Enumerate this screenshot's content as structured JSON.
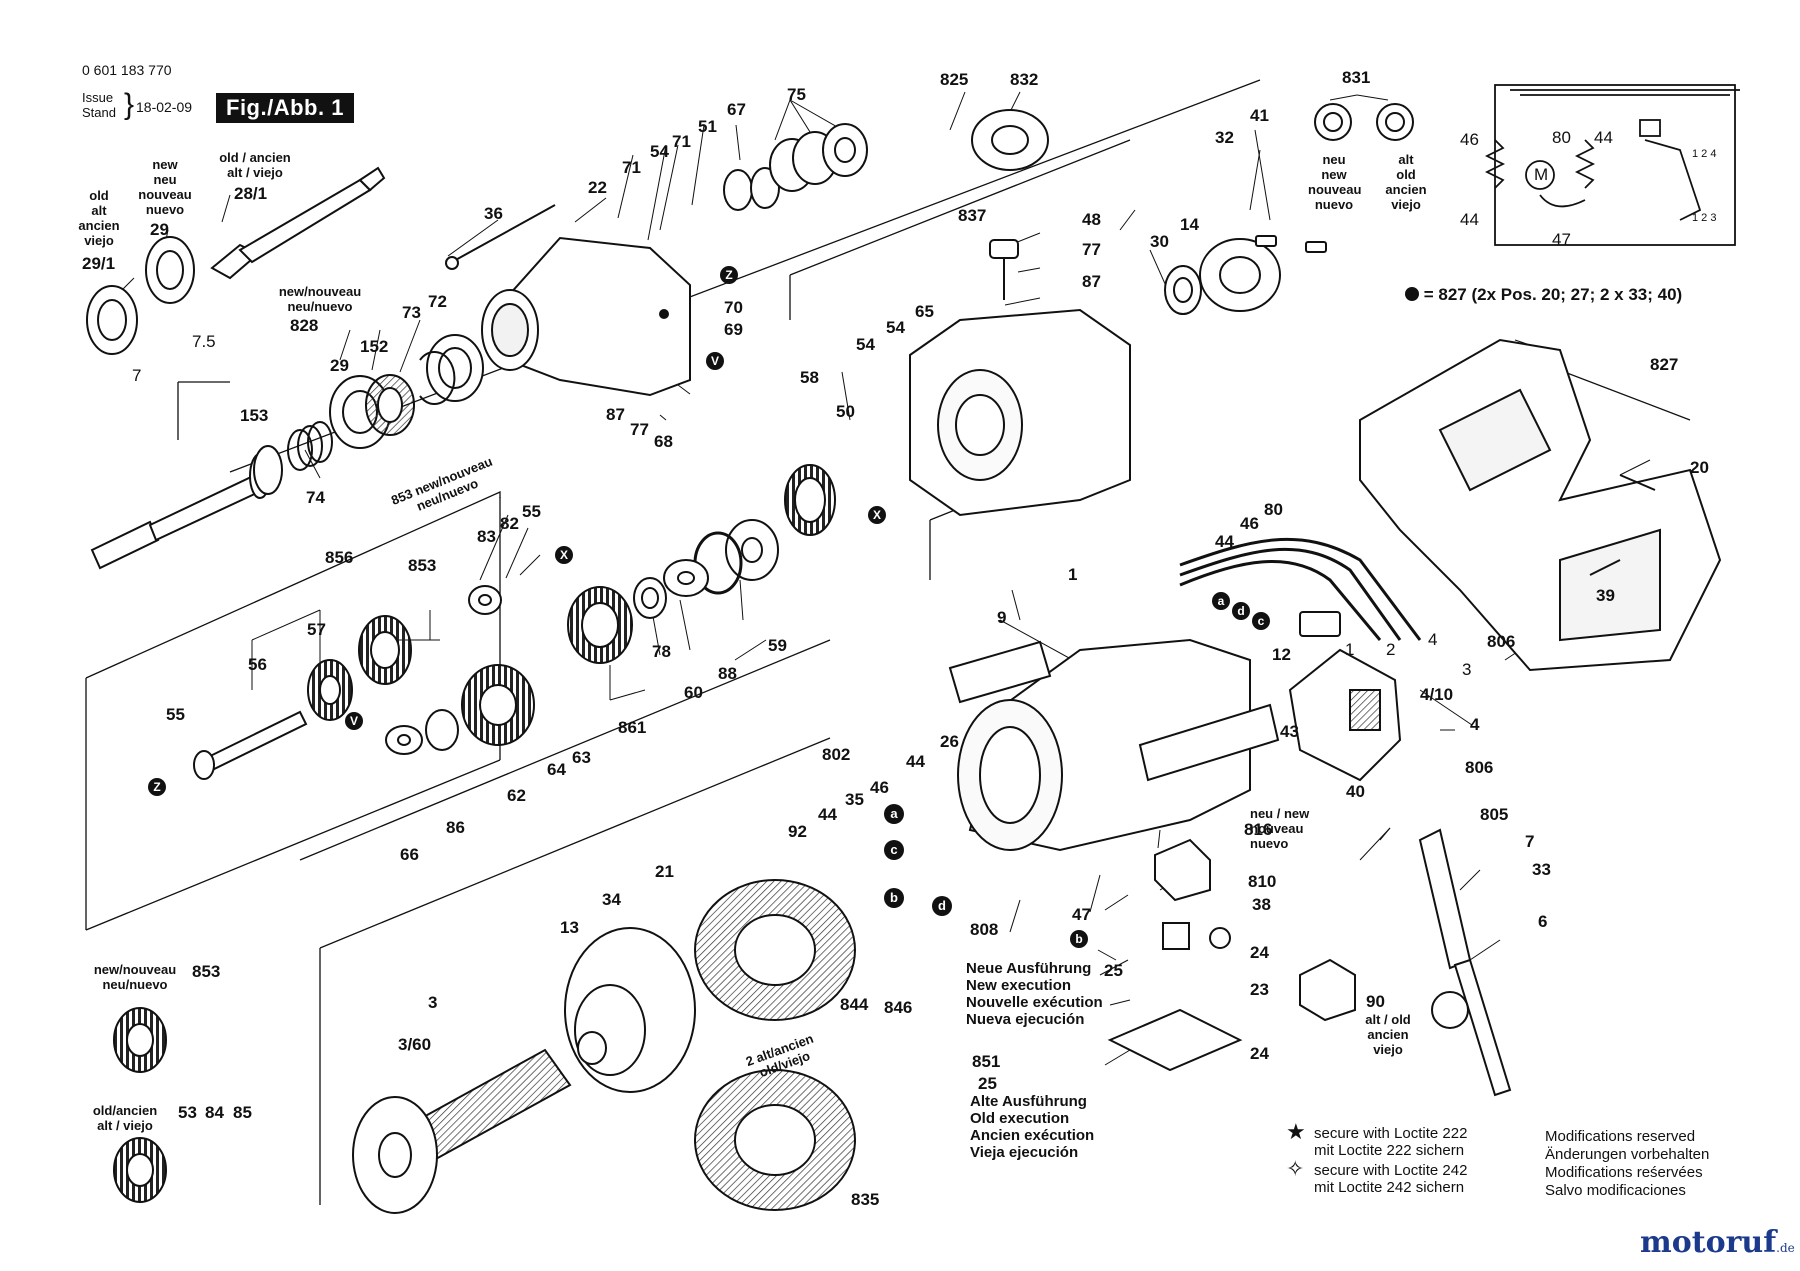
{
  "header": {
    "part_number": "0 601 183 770",
    "issue_label": "Issue\nStand",
    "issue_date": "18-02-09",
    "figure_label": "Fig./Abb. 1"
  },
  "callouts": [
    "831",
    "neu",
    "new",
    "nouveau",
    "nuevo",
    "alt",
    "old",
    "ancien",
    "viejo",
    "825",
    "832",
    "75",
    "67",
    "51",
    "71",
    "54",
    "71",
    "22",
    "36",
    "old / ancien",
    "alt / viejo",
    "28/1",
    "new",
    "neu",
    "nouveau",
    "nuevo",
    "29",
    "old",
    "alt",
    "ancien",
    "viejo",
    "29/1",
    "7",
    "7.5",
    "new/nouveau",
    "neu/nuevo",
    "828",
    "29",
    "152",
    "73",
    "72",
    "153",
    "74",
    "837",
    "48",
    "77",
    "87",
    "30",
    "14",
    "32",
    "41",
    "65",
    "54",
    "54",
    "58",
    "50",
    "70",
    "69",
    "87",
    "77",
    "68",
    "853 new/nouveau",
    "neu/nuevo",
    "83",
    "82",
    "55",
    "856",
    "853",
    "57",
    "56",
    "55",
    "78",
    "861",
    "60",
    "88",
    "59",
    "64",
    "63",
    "62",
    "86",
    "66",
    "1",
    "9",
    "26",
    "43",
    "802",
    "44",
    "35",
    "46",
    "92",
    "44",
    "21",
    "34",
    "13",
    "3",
    "3/60",
    "2 alt/ancien",
    "old/viejo",
    "844",
    "846",
    "835",
    "816",
    "810",
    "38",
    "808",
    "47",
    "25",
    "24",
    "23",
    "24",
    "90",
    "alt / old",
    "ancien",
    "viejo",
    "44",
    "46",
    "80",
    "12",
    "1",
    "2",
    "4",
    "3",
    "806",
    "4/10",
    "4",
    "806",
    "805",
    "7",
    "33",
    "6",
    "40",
    "827",
    "20",
    "39",
    "new/nouveau",
    "neu/nuevo",
    "853",
    "old/ancien",
    "alt / viejo",
    "53",
    "84",
    "85",
    "851",
    "25",
    "46",
    "80",
    "44",
    "M",
    "44",
    "47",
    "1 2 4",
    "1 2 3"
  ],
  "kit_note": "= 827 (2x Pos. 20; 27; 2 x 33; 40)",
  "execution_new": [
    "Neue Ausführung",
    "New execution",
    "Nouvelle exécution",
    "Nueva ejecución"
  ],
  "execution_old": [
    "Alte Ausführung",
    "Old execution",
    "Ancien exécution",
    "Vieja ejecución"
  ],
  "neu_new_block": [
    "neu / new",
    "nouveau",
    "nuevo"
  ],
  "legend": {
    "loctite_222": [
      "secure with Loctite 222",
      "mit Loctite 222 sichern"
    ],
    "loctite_242": [
      "secure with Loctite 242",
      "mit Loctite 242 sichern"
    ]
  },
  "modifications": [
    "Modifications reserved",
    "Änderungen vorbehalten",
    "Modifications reśervées",
    "Salvo modificaciones"
  ],
  "watermark": {
    "brand": "motoruf",
    "suffix": ".de"
  },
  "markers": [
    "a",
    "b",
    "c",
    "d",
    "V",
    "X",
    "Z"
  ]
}
